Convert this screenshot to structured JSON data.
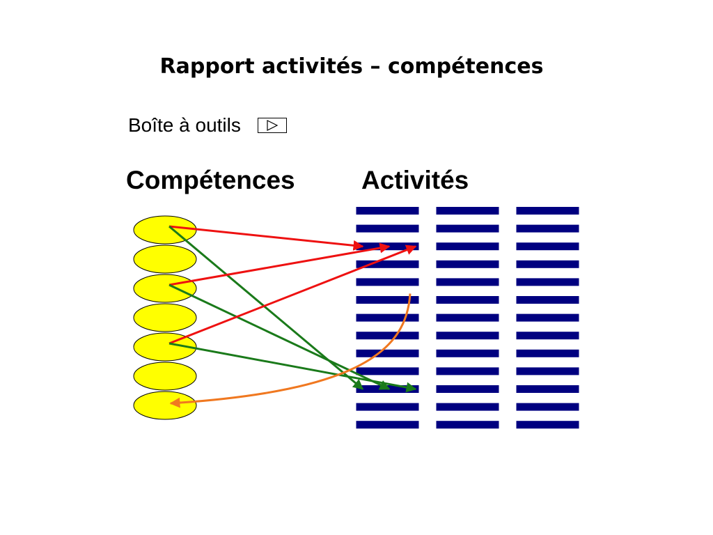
{
  "title": "Rapport activités – compétences",
  "toolbox": {
    "label": "Boîte à outils"
  },
  "headings": {
    "competences": "Compétences",
    "activites": "Activités"
  },
  "competences_count": 7,
  "activity_columns": 3,
  "activity_rows": 13,
  "links": [
    {
      "from": 0,
      "to_col": 0,
      "to_row": 2,
      "color": "#ee1111"
    },
    {
      "from": 0,
      "to_col": 0,
      "to_row": 10,
      "color": "#1a7a1a"
    },
    {
      "from": 2,
      "to_col": 0,
      "to_row": 2,
      "color": "#ee1111"
    },
    {
      "from": 2,
      "to_col": 0,
      "to_row": 10,
      "color": "#1a7a1a"
    },
    {
      "from": 4,
      "to_col": 0,
      "to_row": 2,
      "color": "#ee1111"
    },
    {
      "from": 4,
      "to_col": 0,
      "to_row": 10,
      "color": "#1a7a1a"
    },
    {
      "from_col": 0,
      "from_row": 5,
      "to": 6,
      "color": "#f07820",
      "curved": true
    }
  ],
  "colors": {
    "competence_fill": "#ffff00",
    "activity_bar": "#000080",
    "activity_bar_border": "#ffffff",
    "positive_link": "#ee1111",
    "secondary_link": "#1a7a1a",
    "feedback_link": "#f07820"
  }
}
